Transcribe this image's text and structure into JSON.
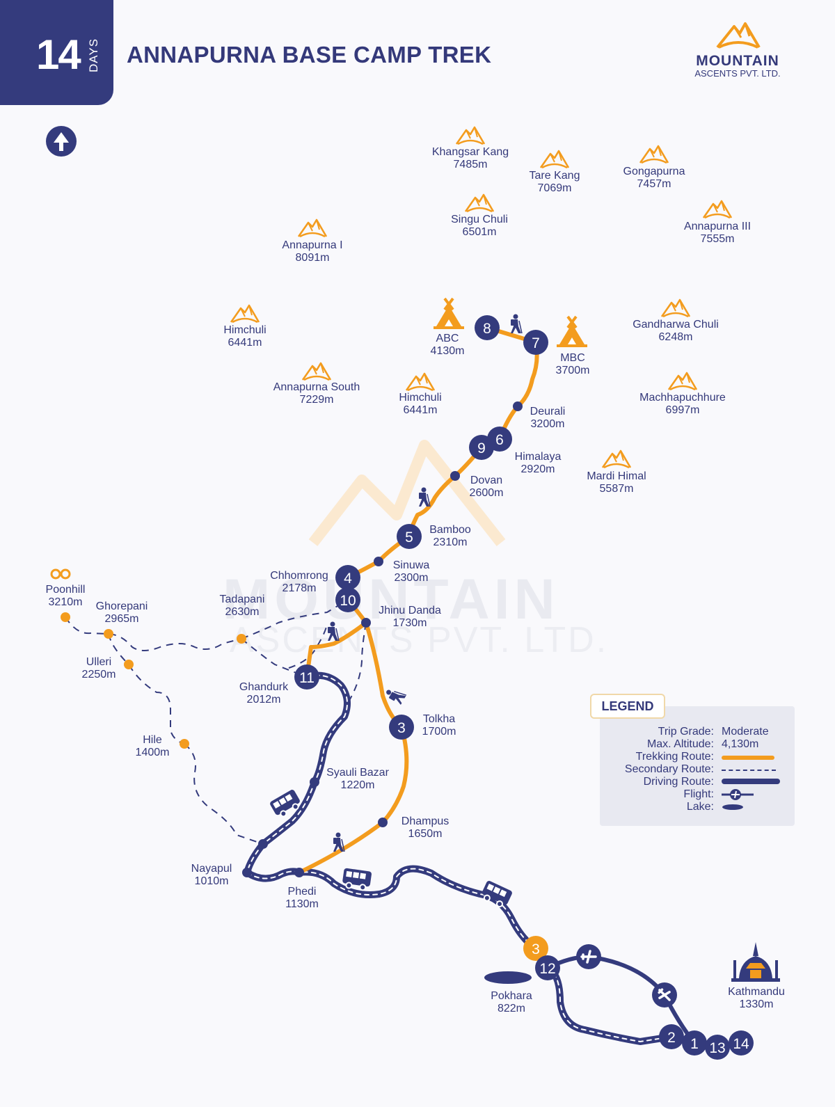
{
  "header": {
    "days_number": "14",
    "days_word": "DAYS",
    "title": "ANNAPURNA BASE CAMP TREK"
  },
  "logo": {
    "name": "MOUNTAIN",
    "subtitle": "ASCENTS PVT. LTD.",
    "icon": "mountain-logo-icon"
  },
  "watermark": {
    "name": "MOUNTAIN",
    "subtitle": "ASCENTS PVT. LTD."
  },
  "compass": {
    "icon": "north-arrow-icon"
  },
  "colors": {
    "navy": "#343b7d",
    "orange": "#f39c1e",
    "background": "#f9f9fc",
    "legend_bg": "#e8e9f1"
  },
  "peaks": [
    {
      "name": "Khangsar Kang",
      "altitude": "7485m"
    },
    {
      "name": "Tare Kang",
      "altitude": "7069m"
    },
    {
      "name": "Gongapurna",
      "altitude": "7457m"
    },
    {
      "name": "Singu Chuli",
      "altitude": "6501m"
    },
    {
      "name": "Annapurna III",
      "altitude": "7555m"
    },
    {
      "name": "Annapurna I",
      "altitude": "8091m"
    },
    {
      "name": "Himchuli",
      "altitude": "6441m"
    },
    {
      "name": "Gandharwa Chuli",
      "altitude": "6248m"
    },
    {
      "name": "Annapurna South",
      "altitude": "7229m"
    },
    {
      "name": "Himchuli",
      "altitude": "6441m"
    },
    {
      "name": "Machhapuchhure",
      "altitude": "6997m"
    },
    {
      "name": "Mardi Himal",
      "altitude": "5587m"
    }
  ],
  "camps": [
    {
      "name": "ABC",
      "altitude": "4130m",
      "icon": "tent-icon"
    },
    {
      "name": "MBC",
      "altitude": "3700m",
      "icon": "tent-icon"
    }
  ],
  "stops": [
    {
      "name": "Deurali",
      "altitude": "3200m"
    },
    {
      "name": "Himalaya",
      "altitude": "2920m"
    },
    {
      "name": "Dovan",
      "altitude": "2600m"
    },
    {
      "name": "Bamboo",
      "altitude": "2310m"
    },
    {
      "name": "Sinuwa",
      "altitude": "2300m"
    },
    {
      "name": "Chhomrong",
      "altitude": "2178m"
    },
    {
      "name": "Jhinu Danda",
      "altitude": "1730m"
    },
    {
      "name": "Tadapani",
      "altitude": "2630m"
    },
    {
      "name": "Poonhill",
      "altitude": "3210m"
    },
    {
      "name": "Ghorepani",
      "altitude": "2965m"
    },
    {
      "name": "Ulleri",
      "altitude": "2250m"
    },
    {
      "name": "Ghandurk",
      "altitude": "2012m"
    },
    {
      "name": "Tolkha",
      "altitude": "1700m"
    },
    {
      "name": "Hile",
      "altitude": "1400m"
    },
    {
      "name": "Syauli Bazar",
      "altitude": "1220m"
    },
    {
      "name": "Dhampus",
      "altitude": "1650m"
    },
    {
      "name": "Nayapul",
      "altitude": "1010m"
    },
    {
      "name": "Phedi",
      "altitude": "1130m"
    },
    {
      "name": "Pokhara",
      "altitude": "822m"
    },
    {
      "name": "Kathmandu",
      "altitude": "1330m"
    }
  ],
  "day_markers": [
    "8",
    "7",
    "9",
    "6",
    "5",
    "4",
    "10",
    "11",
    "3",
    "3",
    "12",
    "2",
    "1",
    "13",
    "14"
  ],
  "legend": {
    "title": "LEGEND",
    "rows": [
      {
        "label": "Trip Grade:",
        "value": "Moderate"
      },
      {
        "label": "Max. Altitude:",
        "value": "4,130m"
      },
      {
        "label": "Trekking Route:",
        "symbol": "orange-solid-line"
      },
      {
        "label": "Secondary Route:",
        "symbol": "dashed-line"
      },
      {
        "label": "Driving Route:",
        "symbol": "road-line"
      },
      {
        "label": "Flight:",
        "symbol": "plane-icon"
      },
      {
        "label": "Lake:",
        "symbol": "lake-icon"
      }
    ]
  }
}
